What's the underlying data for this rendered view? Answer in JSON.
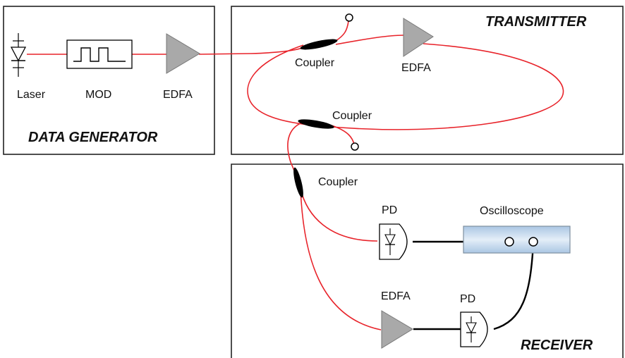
{
  "sections": {
    "data_generator": "DATA GENERATOR",
    "transmitter": "TRANSMITTER",
    "receiver": "RECEIVER"
  },
  "components": {
    "laser": "Laser",
    "modulator": "MOD",
    "edfa_generator": "EDFA",
    "coupler_in": "Coupler",
    "edfa_loop": "EDFA",
    "coupler_out": "Coupler",
    "coupler_split": "Coupler",
    "pd_upper": "PD",
    "oscilloscope": "Oscilloscope",
    "edfa_receiver": "EDFA",
    "pd_lower": "PD"
  },
  "colors": {
    "fiber": "#e8232a",
    "electrical": "#000000",
    "amplifier": "#a9a9a9",
    "oscilloscope": "#cfe0f1"
  }
}
